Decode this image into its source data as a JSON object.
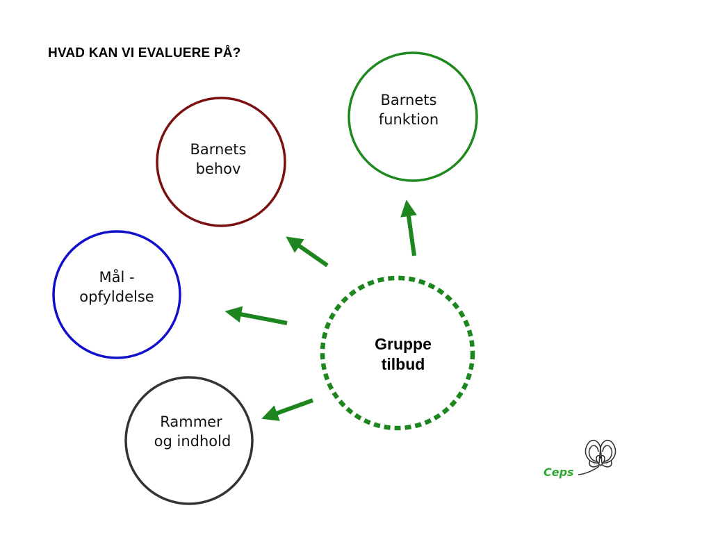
{
  "title": "HVAD KAN VI EVALUERE PÅ?",
  "colors": {
    "arrow": "#1e861e",
    "center_ring": "#1e861e",
    "funktion_ring": "#1e8a1e",
    "behov_ring": "#7a1010",
    "maal_ring": "#1010cc",
    "rammer_ring": "#333333",
    "ceps_text": "#2fa82f"
  },
  "center": {
    "line1": "Gruppe",
    "line2": "tilbud"
  },
  "nodes": {
    "funktion": {
      "line1": "Barnets",
      "line2": "funktion"
    },
    "behov": {
      "line1": "Barnets",
      "line2": "behov"
    },
    "maal": {
      "line1": "Mål -",
      "line2": "opfyldelse"
    },
    "rammer": {
      "line1": "Rammer",
      "line2": "og indhold"
    }
  },
  "logo": {
    "text": "Ceps",
    "icon": "ceps-butterfly-logo"
  }
}
